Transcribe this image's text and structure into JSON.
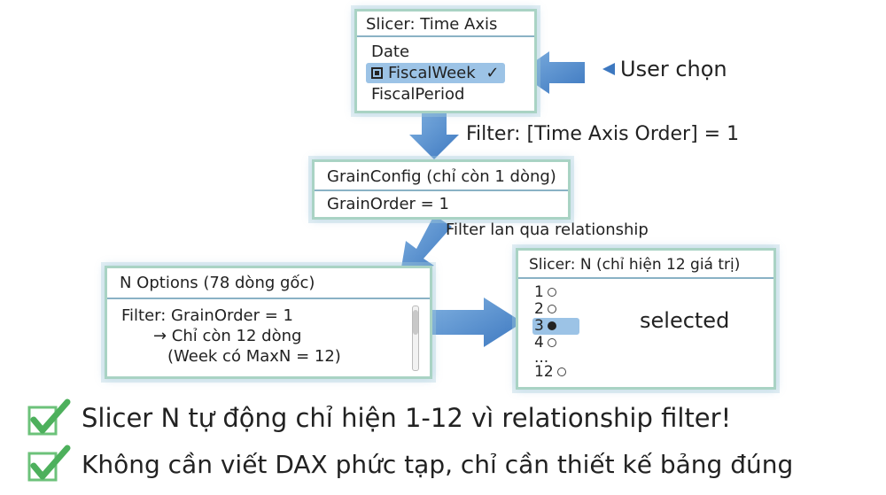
{
  "time_axis_slicer": {
    "title": "Slicer: Time Axis",
    "items": [
      "Date",
      "FiscalWeek",
      "FiscalPeriod"
    ],
    "selected_mark": "✓"
  },
  "user_label": "User chọn",
  "filter_label": "Filter: [Time Axis Order] = 1",
  "grain_config": {
    "title": "GrainConfig (chỉ còn 1 dòng)",
    "row": "GrainOrder = 1"
  },
  "propagation_label": "Filter lan qua relationship",
  "n_options": {
    "title": "N Options (78 dòng gốc)",
    "lines": [
      "Filter: GrainOrder = 1",
      "→ Chỉ còn 12 dòng",
      "(Week có MaxN = 12)"
    ]
  },
  "slicer_n": {
    "title": "Slicer: N (chỉ hiện 12 giá trị)",
    "items": [
      "1",
      "2",
      "3",
      "4",
      "...",
      "12"
    ],
    "selected": "3"
  },
  "selected_label": "selected",
  "notes": [
    "Slicer N tự động chỉ hiện 1-12 vì relationship filter!",
    "Không cần viết DAX phức tạp, chỉ cần thiết kế bảng đúng"
  ],
  "colors": {
    "arrow": "#4a86c8",
    "highlight": "#9cc3e6",
    "check": "#6cc27a",
    "border": "#a9d3c4"
  }
}
